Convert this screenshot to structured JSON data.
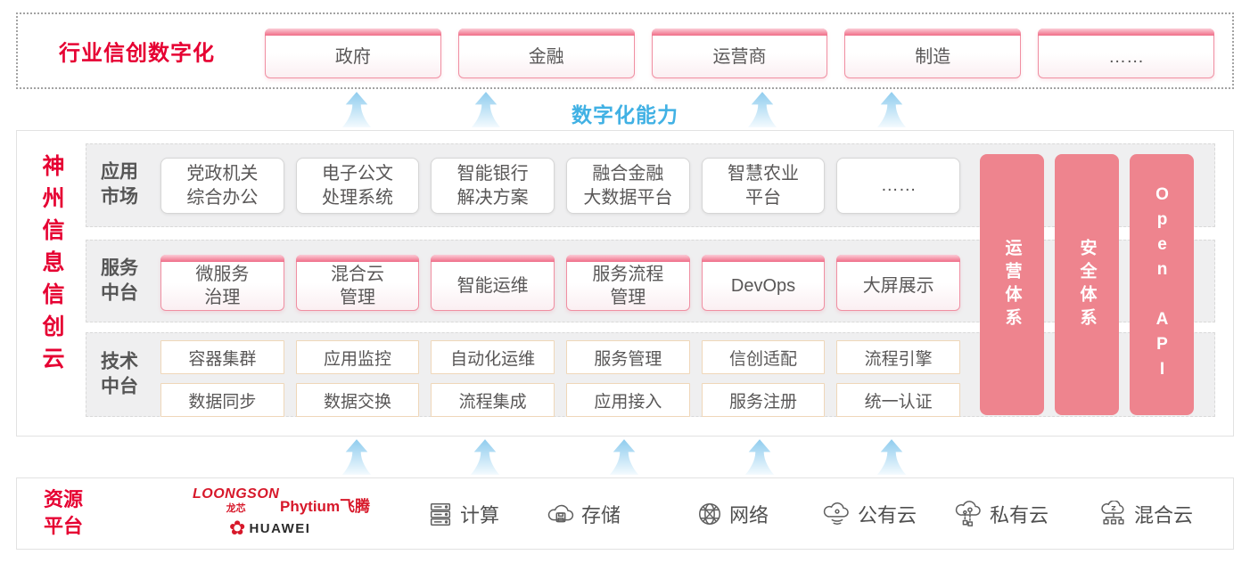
{
  "colors": {
    "brand_red": "#e60032",
    "pillar_pink": "#ee848e",
    "capability_cyan": "#41b1e4",
    "box_text_gray": "#595757"
  },
  "top_banner": {
    "title": "行业信创数字化",
    "items": [
      "政府",
      "金融",
      "运营商",
      "制造",
      "……"
    ]
  },
  "capability": {
    "label": "数字化能力"
  },
  "platform": {
    "title": "神州信息信创云",
    "rows": [
      {
        "label": [
          "应用",
          "市场"
        ],
        "items": [
          [
            "党政机关",
            "综合办公"
          ],
          [
            "电子公文",
            "处理系统"
          ],
          [
            "智能银行",
            "解决方案"
          ],
          [
            "融合金融",
            "大数据平台"
          ],
          [
            "智慧农业",
            "平台"
          ],
          [
            "……"
          ]
        ]
      },
      {
        "label": [
          "服务",
          "中台"
        ],
        "items": [
          [
            "微服务",
            "治理"
          ],
          [
            "混合云",
            "管理"
          ],
          [
            "智能运维"
          ],
          [
            "服务流程",
            "管理"
          ],
          [
            "DevOps"
          ],
          [
            "大屏展示"
          ]
        ]
      },
      {
        "label": [
          "技术",
          "中台"
        ],
        "grid": [
          [
            "容器集群",
            "应用监控",
            "自动化运维",
            "服务管理",
            "信创适配",
            "流程引擎"
          ],
          [
            "数据同步",
            "数据交换",
            "流程集成",
            "应用接入",
            "服务注册",
            "统一认证"
          ]
        ]
      }
    ],
    "pillars": [
      "运营体系",
      "安全体系",
      "Open API"
    ]
  },
  "resources": {
    "title": [
      "资源",
      "平台"
    ],
    "vendors": {
      "loongson": "LOONGSON",
      "loongson_sub": "龙芯",
      "phytium": "Phytium飞腾",
      "huawei": "HUAWEI"
    },
    "items": [
      {
        "icon": "compute-server-icon",
        "label": "计算"
      },
      {
        "icon": "storage-cloud-icon",
        "label": "存储"
      },
      {
        "icon": "network-globe-icon",
        "label": "网络"
      },
      {
        "icon": "public-cloud-icon",
        "label": "公有云"
      },
      {
        "icon": "private-cloud-icon",
        "label": "私有云"
      },
      {
        "icon": "hybrid-cloud-icon",
        "label": "混合云"
      }
    ]
  }
}
